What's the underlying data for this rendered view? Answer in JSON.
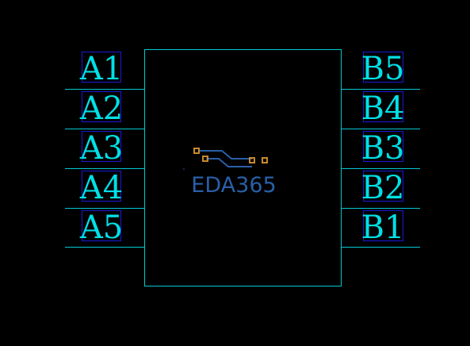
{
  "colors": {
    "background": "#000000",
    "outline": "#00c8d2",
    "label_text": "#00e0e6",
    "label_box": "#1a1ad6",
    "logo_text": "#2a5fa8",
    "logo_trace": "#2a5fa8",
    "logo_pad": "#c88a2a"
  },
  "component": {
    "left_pins": [
      "A1",
      "A2",
      "A3",
      "A4",
      "A5"
    ],
    "right_pins": [
      "B5",
      "B4",
      "B3",
      "B2",
      "B1"
    ]
  },
  "logo": {
    "text": "EDA365",
    "icon": "pcb-trace-icon"
  }
}
